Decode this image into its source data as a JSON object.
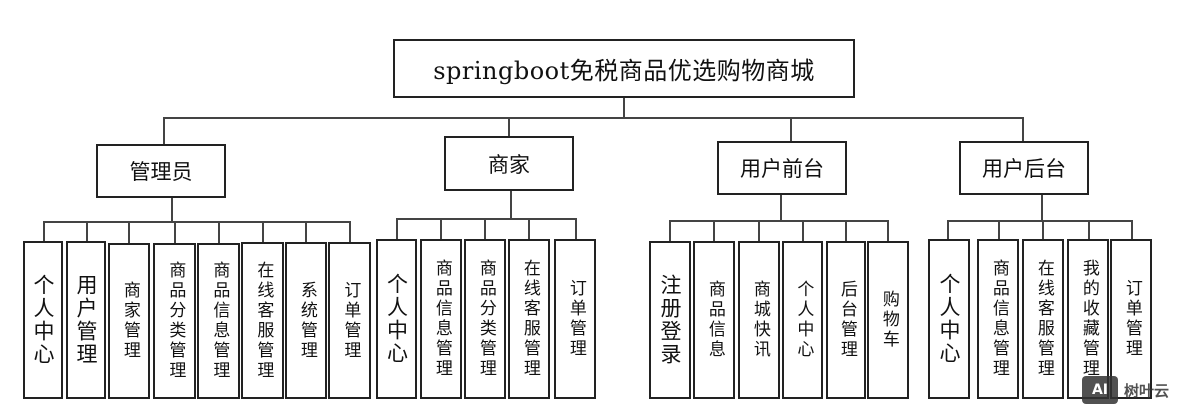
{
  "root": {
    "label": "springboot免税商品优选购物商城"
  },
  "categories": [
    {
      "label": "管理员",
      "items": [
        "个人中心",
        "用户管理",
        "商家管理",
        "商品分类管理",
        "商品信息管理",
        "在线客服管理",
        "系统管理",
        "订单管理"
      ]
    },
    {
      "label": "商家",
      "items": [
        "个人中心",
        "商品信息管理",
        "商品分类管理",
        "在线客服管理",
        "订单管理"
      ]
    },
    {
      "label": "用户前台",
      "items": [
        "注册登录",
        "商品信息",
        "商城快讯",
        "个人中心",
        "后台管理",
        "购物车"
      ]
    },
    {
      "label": "用户后台",
      "items": [
        "个人中心",
        "商品信息管理",
        "在线客服管理",
        "我的收藏管理",
        "订单管理"
      ]
    }
  ],
  "watermark": {
    "logo": "AI",
    "text": "树叶云"
  }
}
